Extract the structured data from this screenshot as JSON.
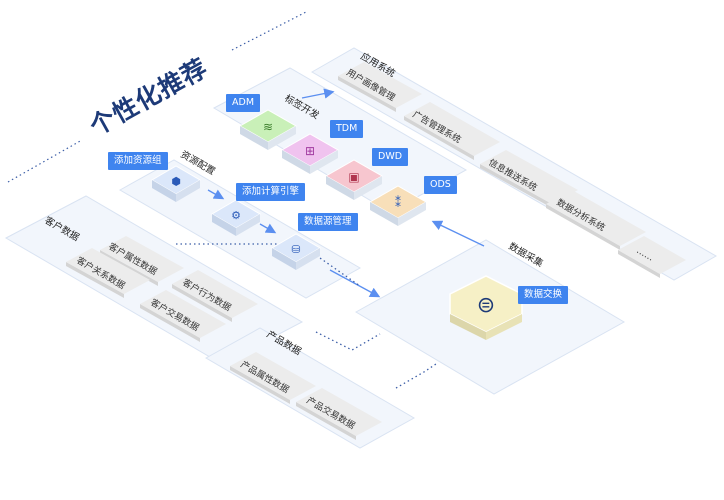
{
  "title": "个性化推荐",
  "app_layer": {
    "label": "应用系统",
    "items": [
      "用户画像管理",
      "广告管理系统",
      "信息推送系统",
      "数据分析系统",
      "……"
    ]
  },
  "tag_dev": {
    "label": "标签开发",
    "layers": [
      "ADM",
      "TDM",
      "DWD",
      "ODS"
    ],
    "layer_colors": [
      "#c9f0b8",
      "#f0c3ef",
      "#f7c6cf",
      "#f8dfb9"
    ]
  },
  "resource": {
    "label": "资源配置",
    "steps": [
      "添加资源组",
      "添加计算引擎",
      "数据源管理"
    ]
  },
  "customer": {
    "label": "客户数据",
    "items": [
      "客户属性数据",
      "客户关系数据",
      "客户行为数据",
      "客户交易数据"
    ]
  },
  "product": {
    "label": "产品数据",
    "items": [
      "产品属性数据",
      "产品交易数据"
    ]
  },
  "collect": {
    "label": "数据采集",
    "exchange": "数据交换"
  },
  "colors": {
    "accent": "#3f84ef",
    "title": "#1d3a78",
    "plane": "#f2f6fc"
  },
  "icons": [
    "layers-icon",
    "grid-icon",
    "cpu-chip-icon",
    "database-icon",
    "archive-icon",
    "exchange-hub-icon"
  ]
}
